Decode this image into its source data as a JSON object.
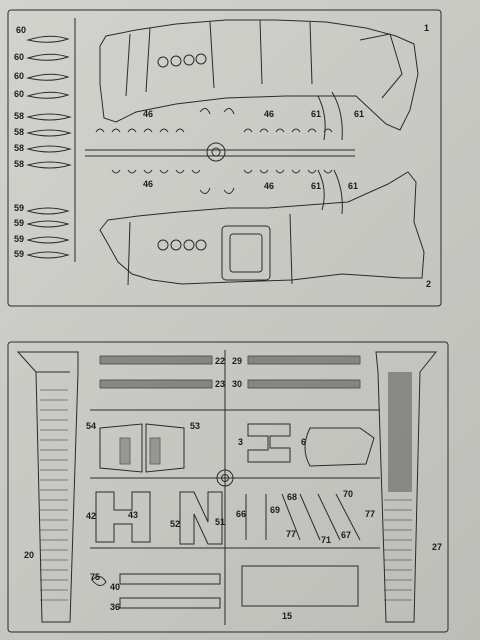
{
  "labels_top": {
    "n60a": "60",
    "n60b": "60",
    "n60c": "60",
    "n60d": "60",
    "n58a": "58",
    "n58b": "58",
    "n58c": "58",
    "n58d": "58",
    "n59a": "59",
    "n59b": "59",
    "n59c": "59",
    "n59d": "59",
    "n46a": "46",
    "n46b": "46",
    "n46c": "46",
    "n46d": "46",
    "n61a": "61",
    "n61b": "61",
    "n61c": "61",
    "n61d": "61",
    "n1": "1",
    "n2": "2"
  },
  "labels_bottom": {
    "n22": "22",
    "n29": "29",
    "n23": "23",
    "n30": "30",
    "n54": "54",
    "n53": "53",
    "n3": "3",
    "n6": "6",
    "n42": "42",
    "n43": "43",
    "n52": "52",
    "n51": "51",
    "n66": "66",
    "n69": "69",
    "n68": "68",
    "n70": "70",
    "n77a": "77",
    "n77b": "77",
    "n71": "71",
    "n67": "67",
    "n20": "20",
    "n27": "27",
    "n75": "75",
    "n40": "40",
    "n36": "36",
    "n15": "15"
  },
  "colors": {
    "ink": "#2a2a2a",
    "paper": "#cfcfca"
  }
}
